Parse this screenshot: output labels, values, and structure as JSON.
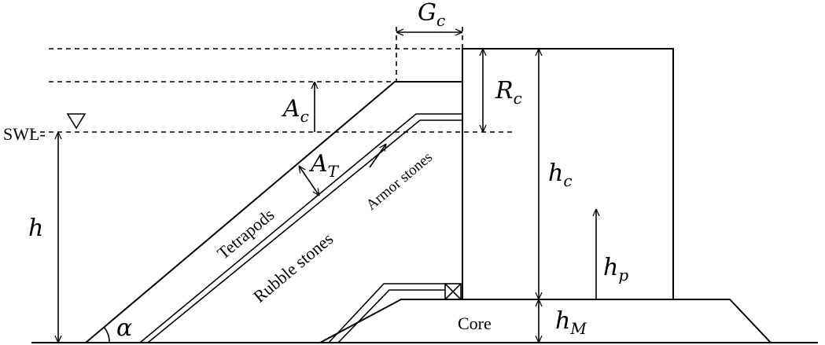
{
  "labels": {
    "swl": "SWL-",
    "core": "Core",
    "tetrapods": "Tetrapods",
    "rubble_stones": "Rubble stones",
    "armor_stones": "Armor stones"
  },
  "symbols": {
    "gc": {
      "main": "G",
      "sub": "c"
    },
    "rc": {
      "main": "R",
      "sub": "c"
    },
    "ac": {
      "main": "A",
      "sub": "c"
    },
    "at": {
      "main": "A",
      "sub": "T"
    },
    "hc": {
      "main": "h",
      "sub": "c"
    },
    "hp": {
      "main": "h",
      "sub": "p"
    },
    "hm": {
      "main": "h",
      "sub": "M"
    },
    "h": {
      "main": "h"
    },
    "alpha": {
      "main": "α"
    }
  },
  "icons": {
    "water_level": "inverted-triangle-icon"
  }
}
